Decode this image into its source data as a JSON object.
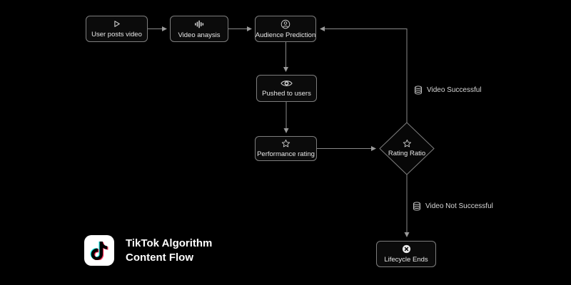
{
  "title": {
    "line1": "TikTok Algorithm",
    "line2": "Content Flow"
  },
  "nodes": {
    "user_posts": {
      "label": "User posts video",
      "icon": "play-icon"
    },
    "video_analysis": {
      "label": "Video anaysis",
      "icon": "waveform-icon"
    },
    "audience_prediction": {
      "label": "Audience Prediction",
      "icon": "user-circle-icon"
    },
    "pushed_to_users": {
      "label": "Pushed to users",
      "icon": "eye-icon"
    },
    "performance_rating": {
      "label": "Performance rating",
      "icon": "star-icon"
    },
    "rating_ratio": {
      "label": "Rating Ratio",
      "icon": "star-icon",
      "shape": "diamond"
    },
    "lifecycle_ends": {
      "label": "Lifecycle Ends",
      "icon": "x-circle-icon"
    }
  },
  "edge_labels": {
    "video_successful": {
      "label": "Video Successful",
      "icon": "database-icon"
    },
    "video_not_successful": {
      "label": "Video Not Successful",
      "icon": "database-icon"
    }
  },
  "edges": [
    "user_posts -> video_analysis",
    "video_analysis -> audience_prediction",
    "audience_prediction -> pushed_to_users",
    "pushed_to_users -> performance_rating",
    "performance_rating -> rating_ratio",
    "rating_ratio -> audience_prediction (Video Successful)",
    "rating_ratio -> lifecycle_ends (Video Not Successful)"
  ],
  "colors": {
    "background": "#000000",
    "node_fill": "#0b0b0b",
    "node_border": "#7e7e7e",
    "connector": "#9a9a9a",
    "node_text": "#e8e8e8",
    "label_text": "#d6d6d6",
    "tiktok_cyan": "#25f4ee",
    "tiktok_red": "#fe2c55",
    "logo_bg": "#ffffff"
  }
}
